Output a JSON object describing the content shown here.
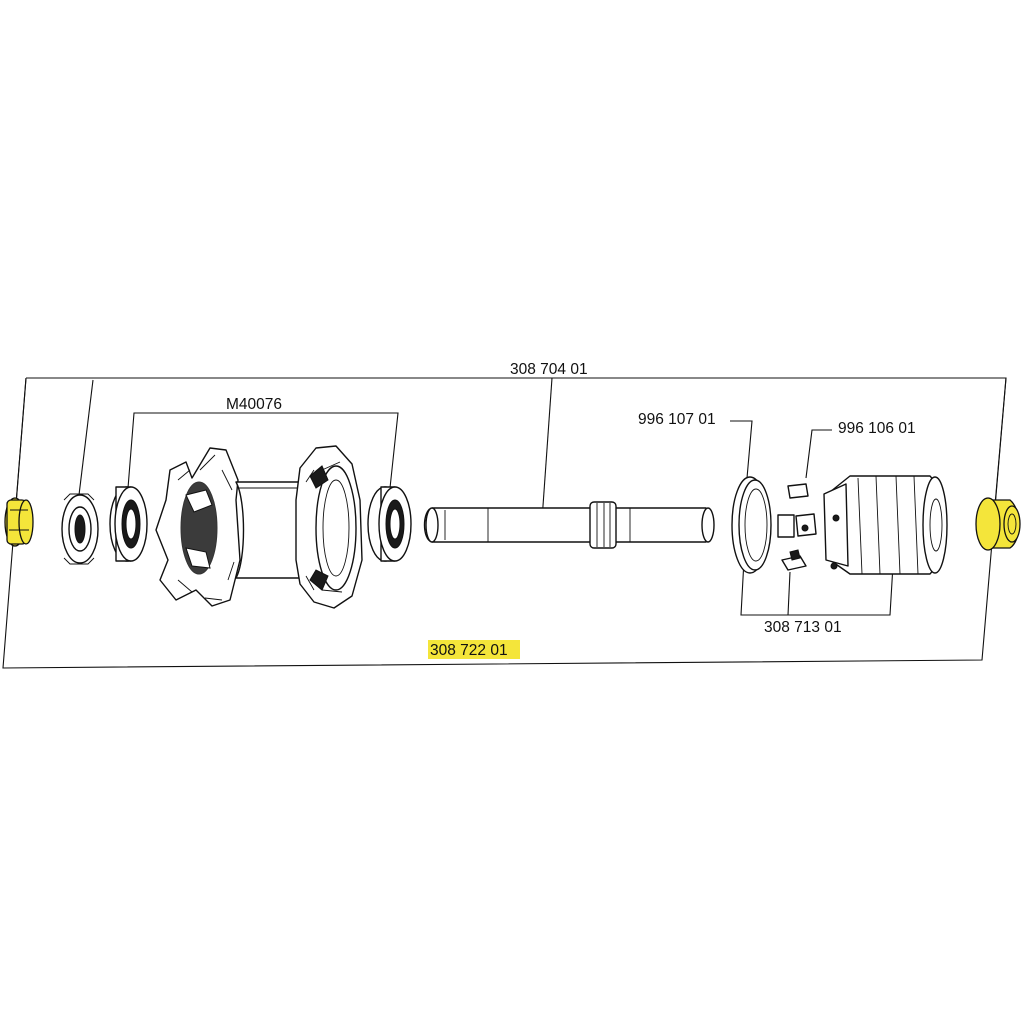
{
  "colors": {
    "highlight": "#f4e53a",
    "line": "#111111",
    "background": "#ffffff"
  },
  "labels": {
    "axle": "308 704 01",
    "bearings": "M40076",
    "freehub_seal": "996 107 01",
    "pawl": "996 106 01",
    "freehub_body": "308 713 01",
    "end_caps": "308 722 01"
  }
}
